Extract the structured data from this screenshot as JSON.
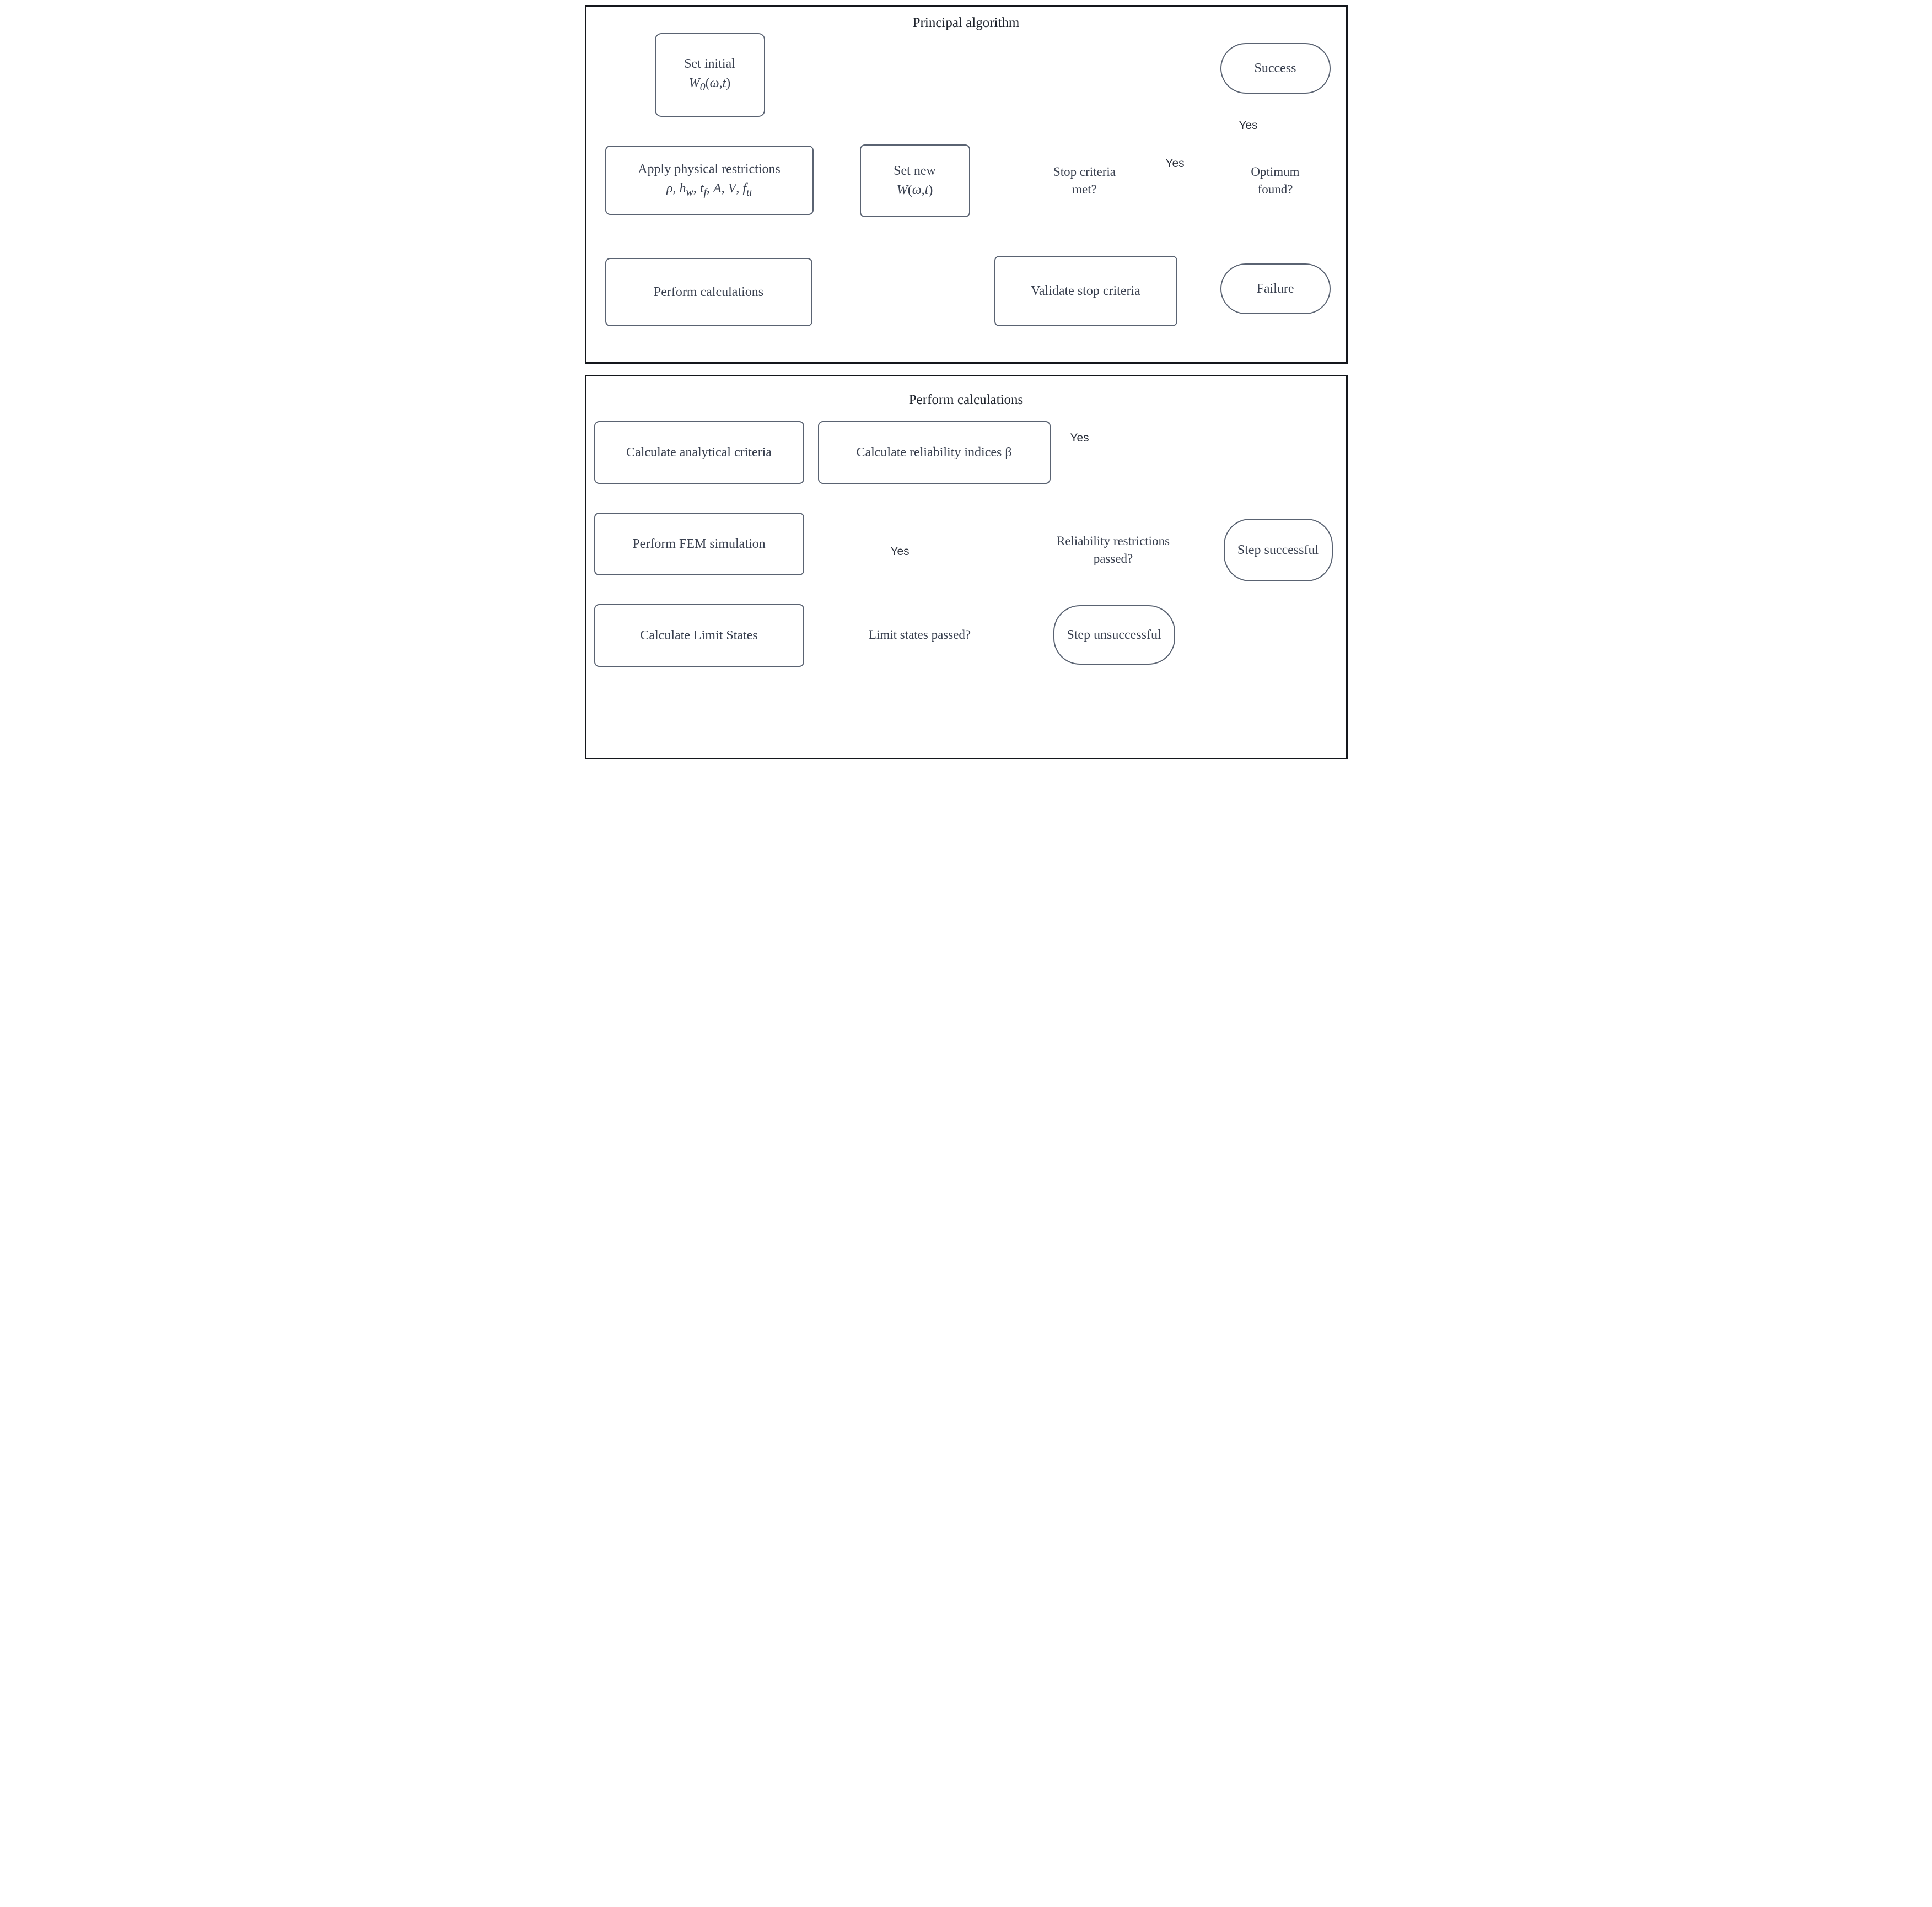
{
  "principal": {
    "title": "Principal algorithm",
    "set_initial_html": "Set initial<br><i>W</i><sub><i>0</i></sub>(<i>ω</i>,<i>t</i>)",
    "apply_html": "Apply physical restrictions<br><i>ρ</i>, <i>h</i><sub><i>w</i></sub>, <i>t</i><sub><i>f</i></sub>, <i>A</i>, <i>V</i>, <i>f</i><sub><i>u</i></sub>",
    "perform_calculations": "Perform calculations",
    "set_new_html": "Set new<br><i>W</i>(<i>ω</i>,<i>t</i>)",
    "validate_stop": "Validate stop criteria",
    "stop_criteria_html": "Stop criteria<br>met?",
    "optimum_found_html": "Optimum<br>found?",
    "success": "Success",
    "failure": "Failure",
    "edge_labels": {
      "stop_to_optimum": "Yes",
      "optimum_to_success": "Yes"
    }
  },
  "calculations": {
    "title": "Perform calculations",
    "analytical": "Calculate analytical criteria",
    "fem": "Perform FEM simulation",
    "limit_states": "Calculate Limit States",
    "reliability_html": "Calculate reliability indices β",
    "limit_question": "Limit states passed?",
    "reliability_question_html": "Reliability restrictions<br>passed?",
    "step_successful": "Step successful",
    "step_unsuccessful": "Step unsuccessful",
    "edge_labels": {
      "limit_to_reliability": "Yes",
      "reliability_elbow": "Yes"
    }
  },
  "colors": {
    "edge": "#4a5361",
    "edge_dark": "#1d222c",
    "node_border": "#5a6372",
    "panel_border": "#14171c",
    "text": "#3a4150"
  }
}
